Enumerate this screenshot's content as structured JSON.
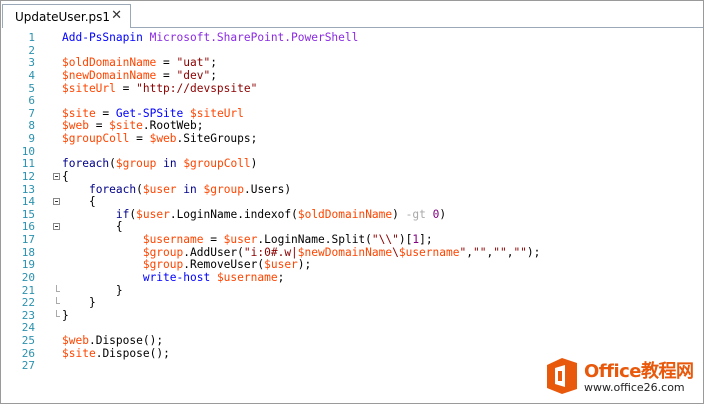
{
  "tab": {
    "title": "UpdateUser.ps1",
    "close_glyph": "✕"
  },
  "line_numbers": [
    "1",
    "2",
    "3",
    "4",
    "5",
    "6",
    "7",
    "8",
    "9",
    "10",
    "11",
    "12",
    "13",
    "14",
    "15",
    "16",
    "17",
    "18",
    "19",
    "20",
    "21",
    "22",
    "23",
    "24",
    "25",
    "26",
    "27"
  ],
  "code_lines": [
    [
      [
        "cmd",
        "Add-PsSnapin"
      ],
      [
        "pun",
        " "
      ],
      [
        "arg",
        "Microsoft.SharePoint.PowerShell"
      ]
    ],
    [],
    [
      [
        "var",
        "$oldDomainName"
      ],
      [
        "pun",
        " = "
      ],
      [
        "str",
        "\"uat\""
      ],
      [
        "pun",
        ";"
      ]
    ],
    [
      [
        "var",
        "$newDomainName"
      ],
      [
        "pun",
        " = "
      ],
      [
        "str",
        "\"dev\""
      ],
      [
        "pun",
        ";"
      ]
    ],
    [
      [
        "var",
        "$siteUrl"
      ],
      [
        "pun",
        " = "
      ],
      [
        "str",
        "\"http://devspsite\""
      ]
    ],
    [],
    [
      [
        "var",
        "$site"
      ],
      [
        "pun",
        " = "
      ],
      [
        "cmd",
        "Get-SPSite"
      ],
      [
        "pun",
        " "
      ],
      [
        "var",
        "$siteUrl"
      ]
    ],
    [
      [
        "var",
        "$web"
      ],
      [
        "pun",
        " = "
      ],
      [
        "var",
        "$site"
      ],
      [
        "pun",
        "."
      ],
      [
        "mem",
        "RootWeb"
      ],
      [
        "pun",
        ";"
      ]
    ],
    [
      [
        "var",
        "$groupColl"
      ],
      [
        "pun",
        " = "
      ],
      [
        "var",
        "$web"
      ],
      [
        "pun",
        "."
      ],
      [
        "mem",
        "SiteGroups"
      ],
      [
        "pun",
        ";"
      ]
    ],
    [],
    [
      [
        "kw",
        "foreach"
      ],
      [
        "pun",
        "("
      ],
      [
        "var",
        "$group"
      ],
      [
        "pun",
        " "
      ],
      [
        "kw",
        "in"
      ],
      [
        "pun",
        " "
      ],
      [
        "var",
        "$groupColl"
      ],
      [
        "pun",
        ")"
      ]
    ],
    [
      [
        "pun",
        "{"
      ]
    ],
    [
      [
        "pun",
        "    "
      ],
      [
        "kw",
        "foreach"
      ],
      [
        "pun",
        "("
      ],
      [
        "var",
        "$user"
      ],
      [
        "pun",
        " "
      ],
      [
        "kw",
        "in"
      ],
      [
        "pun",
        " "
      ],
      [
        "var",
        "$group"
      ],
      [
        "pun",
        "."
      ],
      [
        "mem",
        "Users"
      ],
      [
        "pun",
        ")"
      ]
    ],
    [
      [
        "pun",
        "    {"
      ]
    ],
    [
      [
        "pun",
        "        "
      ],
      [
        "kw",
        "if"
      ],
      [
        "pun",
        "("
      ],
      [
        "var",
        "$user"
      ],
      [
        "pun",
        "."
      ],
      [
        "mem",
        "LoginName"
      ],
      [
        "pun",
        "."
      ],
      [
        "mem",
        "indexof"
      ],
      [
        "pun",
        "("
      ],
      [
        "var",
        "$oldDomainName"
      ],
      [
        "pun",
        ") "
      ],
      [
        "op",
        "-gt"
      ],
      [
        "pun",
        " "
      ],
      [
        "num",
        "0"
      ],
      [
        "pun",
        ")"
      ]
    ],
    [
      [
        "pun",
        "        {"
      ]
    ],
    [
      [
        "pun",
        "            "
      ],
      [
        "var",
        "$username"
      ],
      [
        "pun",
        " = "
      ],
      [
        "var",
        "$user"
      ],
      [
        "pun",
        "."
      ],
      [
        "mem",
        "LoginName"
      ],
      [
        "pun",
        "."
      ],
      [
        "mem",
        "Split"
      ],
      [
        "pun",
        "("
      ],
      [
        "str",
        "\"\\\\\""
      ],
      [
        "pun",
        ")["
      ],
      [
        "num",
        "1"
      ],
      [
        "pun",
        "];"
      ]
    ],
    [
      [
        "pun",
        "            "
      ],
      [
        "var",
        "$group"
      ],
      [
        "pun",
        "."
      ],
      [
        "mem",
        "AddUser"
      ],
      [
        "pun",
        "("
      ],
      [
        "str",
        "\"i:0#.w|"
      ],
      [
        "var",
        "$newDomainName"
      ],
      [
        "str",
        "\\"
      ],
      [
        "var",
        "$username"
      ],
      [
        "str",
        "\""
      ],
      [
        "pun",
        ","
      ],
      [
        "str",
        "\"\""
      ],
      [
        "pun",
        ","
      ],
      [
        "str",
        "\"\""
      ],
      [
        "pun",
        ","
      ],
      [
        "str",
        "\"\""
      ],
      [
        "pun",
        ");"
      ]
    ],
    [
      [
        "pun",
        "            "
      ],
      [
        "var",
        "$group"
      ],
      [
        "pun",
        "."
      ],
      [
        "mem",
        "RemoveUser"
      ],
      [
        "pun",
        "("
      ],
      [
        "var",
        "$user"
      ],
      [
        "pun",
        ");"
      ]
    ],
    [
      [
        "pun",
        "            "
      ],
      [
        "cmd",
        "write-host"
      ],
      [
        "pun",
        " "
      ],
      [
        "var",
        "$username"
      ],
      [
        "pun",
        ";"
      ]
    ],
    [
      [
        "pun",
        "        }"
      ]
    ],
    [
      [
        "pun",
        "    }"
      ]
    ],
    [
      [
        "pun",
        "}"
      ]
    ],
    [],
    [
      [
        "var",
        "$web"
      ],
      [
        "pun",
        "."
      ],
      [
        "mem",
        "Dispose"
      ],
      [
        "pun",
        "();"
      ]
    ],
    [
      [
        "var",
        "$site"
      ],
      [
        "pun",
        "."
      ],
      [
        "mem",
        "Dispose"
      ],
      [
        "pun",
        "();"
      ]
    ],
    []
  ],
  "fold_markers": [
    "",
    "",
    "",
    "",
    "",
    "",
    "",
    "",
    "",
    "",
    "",
    "box",
    "",
    "box",
    "",
    "box",
    "",
    "",
    "",
    "",
    "end",
    "end",
    "end",
    "",
    "",
    "",
    ""
  ],
  "watermark": {
    "title": "Office教程网",
    "url": "www.office26.com",
    "logo_icon": "office-logo-icon",
    "brand_color": "#e8590c"
  }
}
